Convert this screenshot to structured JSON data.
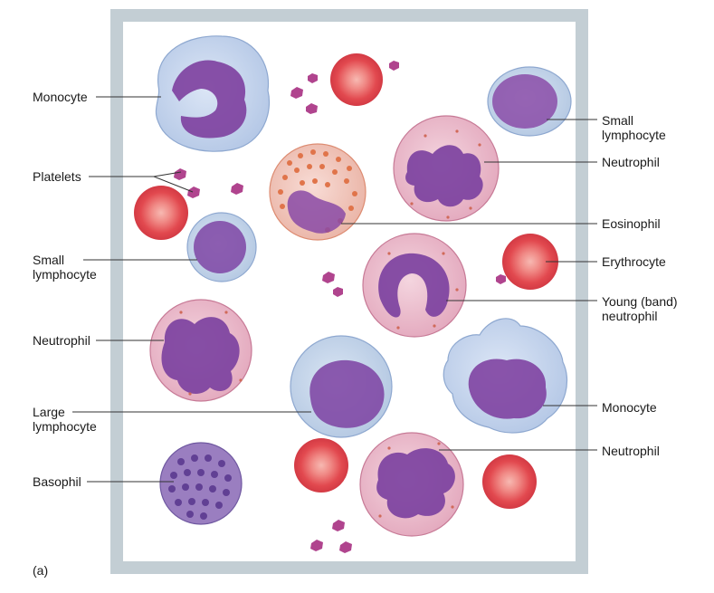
{
  "figure_label": "(a)",
  "colors": {
    "frame": "#c3ced4",
    "field": "#ffffff",
    "leader_line": "#333333",
    "monocyte_cytoplasm": "#c6d6ee",
    "nucleus": "#7a3f9e",
    "neutrophil_cytoplasm": "#ecbfd0",
    "eosinophil_granule": "#e0744a",
    "erythrocyte": "#e8585c",
    "basophil": "#9a7ec0",
    "platelet": "#b0448e"
  },
  "labels_left": [
    {
      "id": "monocyte",
      "text": "Monocyte"
    },
    {
      "id": "platelets",
      "text": "Platelets"
    },
    {
      "id": "small-lymphocyte",
      "text": "Small\nlymphocyte"
    },
    {
      "id": "neutrophil",
      "text": "Neutrophil"
    },
    {
      "id": "large-lymphocyte",
      "text": "Large\nlymphocyte"
    },
    {
      "id": "basophil",
      "text": "Basophil"
    }
  ],
  "labels_right": [
    {
      "id": "small-lymphocyte",
      "text": "Small\nlymphocyte"
    },
    {
      "id": "neutrophil",
      "text": "Neutrophil"
    },
    {
      "id": "eosinophil",
      "text": "Eosinophil"
    },
    {
      "id": "erythrocyte",
      "text": "Erythrocyte"
    },
    {
      "id": "young-band-neutrophil",
      "text": "Young (band)\nneutrophil"
    },
    {
      "id": "monocyte",
      "text": "Monocyte"
    },
    {
      "id": "neutrophil",
      "text": "Neutrophil"
    }
  ]
}
